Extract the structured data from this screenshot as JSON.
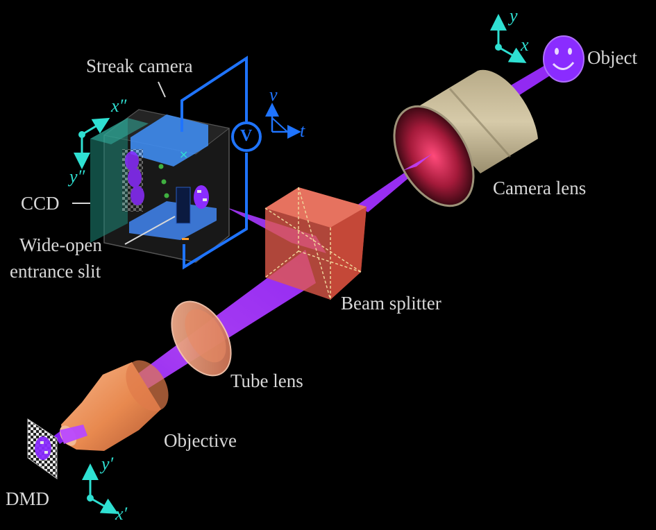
{
  "labels": {
    "streak_camera": "Streak camera",
    "ccd": "CCD",
    "slit_line1": "Wide-open",
    "slit_line2": "entrance slit",
    "object": "Object",
    "camera_lens": "Camera lens",
    "beam_splitter": "Beam splitter",
    "tube_lens": "Tube lens",
    "objective": "Objective",
    "dmd": "DMD",
    "voltage_symbol": "V"
  },
  "axes": {
    "object": {
      "x": "x",
      "y": "y"
    },
    "streak": {
      "x": "x″",
      "y": "y″"
    },
    "sweep": {
      "v": "v",
      "t": "t"
    },
    "dmd": {
      "x": "x′",
      "y": "y′"
    }
  },
  "colors": {
    "background": "#000000",
    "label_text": "#d8d8d8",
    "axis_cyan": "#2fe0d2",
    "circuit_blue": "#1f74ff",
    "beam_purple": "#a030ff",
    "lens_orange": "#f0a070",
    "beam_splitter_red": "#e05a4a",
    "camera_lens_tan": "#c8bb98"
  },
  "icons": [
    "smiley-face-icon",
    "voltage-source-icon",
    "checkerboard-icon"
  ]
}
